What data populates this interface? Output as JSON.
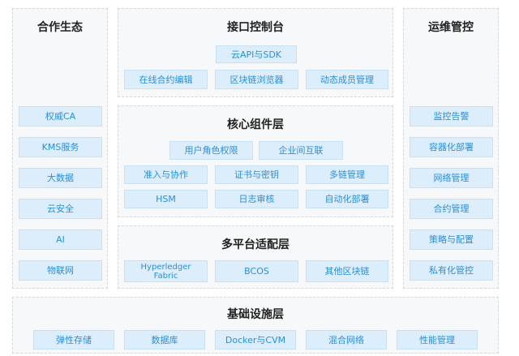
{
  "ecosystem": {
    "title": "合作生态",
    "items": [
      "权威CA",
      "KMS服务",
      "大数据",
      "云安全",
      "AI",
      "物联网"
    ]
  },
  "api_console": {
    "title": "接口控制台",
    "row1": [
      "云API与SDK"
    ],
    "row2": [
      "在线合约编辑",
      "区块链浏览器",
      "动态成员管理"
    ]
  },
  "core": {
    "title": "核心组件层",
    "row1": [
      "用户角色权限",
      "企业间互联"
    ],
    "row2": [
      "准入与协作",
      "证书与密钥",
      "多链管理"
    ],
    "row3": [
      "HSM",
      "日志审核",
      "自动化部署"
    ]
  },
  "adapter": {
    "title": "多平台适配层",
    "items": [
      "Hyperledger\nFabric",
      "BCOS",
      "其他区块链"
    ]
  },
  "ops": {
    "title": "运维管控",
    "items": [
      "监控告警",
      "容器化部署",
      "网络管理",
      "合约管理",
      "策略与配置",
      "私有化管控"
    ]
  },
  "infra": {
    "title": "基础设施层",
    "items": [
      "弹性存储",
      "数据库",
      "Docker与CVM",
      "混合网络",
      "性能管理"
    ]
  }
}
